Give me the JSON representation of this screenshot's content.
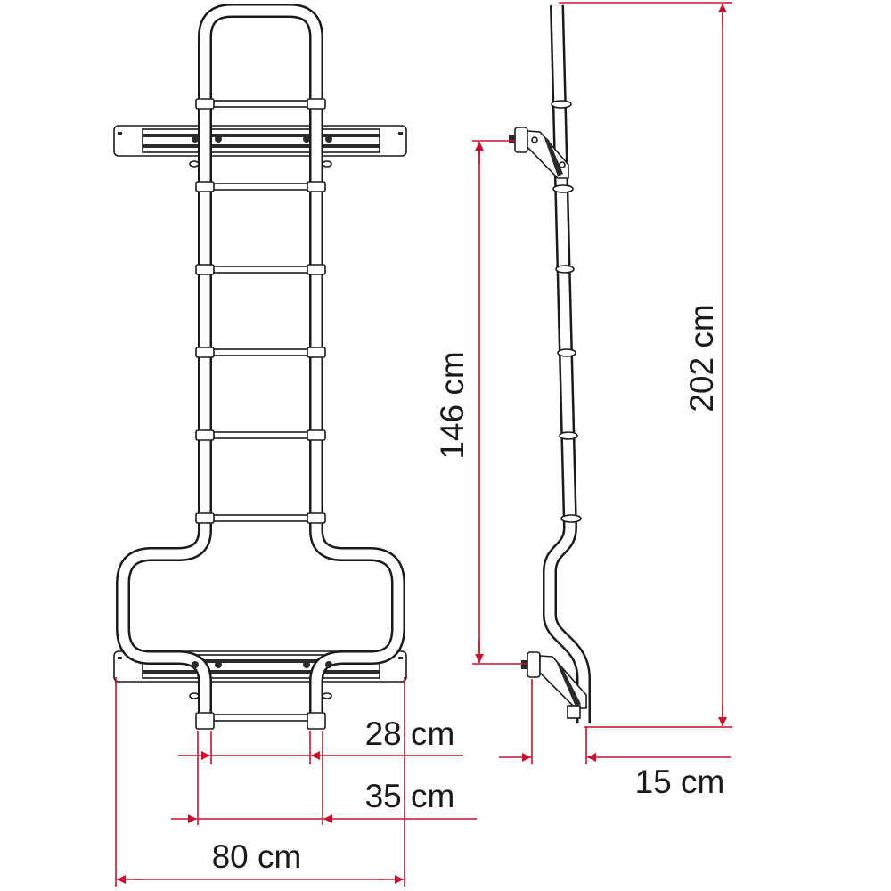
{
  "dimensions": {
    "total_height": "202 cm",
    "bracket_spacing": "146 cm",
    "wall_offset": "15 cm",
    "inner_width": "28 cm",
    "outer_width": "35 cm",
    "bracket_width": "80 cm"
  },
  "colors": {
    "dimension_line": "#c8102e",
    "drawing": "#1a1a1a"
  }
}
